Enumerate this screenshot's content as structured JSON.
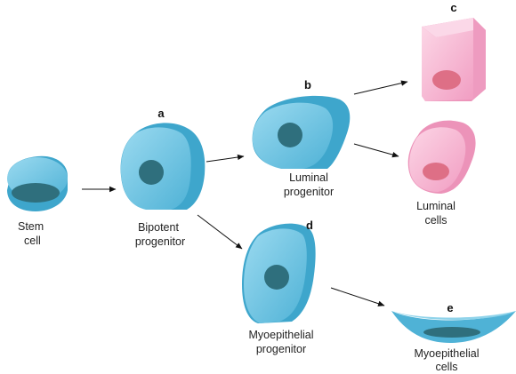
{
  "colors": {
    "cell_blue_light": "#8fd3ea",
    "cell_blue": "#5bbad9",
    "cell_blue_dark": "#3a9fc2",
    "nucleus_blue": "#2f6f7d",
    "cell_pink_light": "#fbd0e2",
    "cell_pink": "#f4a8c8",
    "cell_pink_dark": "#e98ab3",
    "nucleus_pink": "#de6f86",
    "arrow": "#111111",
    "text": "#222222"
  },
  "panels": {
    "a": "a",
    "b": "b",
    "c": "c",
    "d": "d",
    "e": "e"
  },
  "labels": {
    "stem_cell": [
      "Stem",
      "cell"
    ],
    "bipotent_progenitor": [
      "Bipotent",
      "progenitor"
    ],
    "luminal_progenitor": [
      "Luminal",
      "progenitor"
    ],
    "luminal_cells": [
      "Luminal",
      "cells"
    ],
    "myoepithelial_progenitor": [
      "Myoepithelial",
      "progenitor"
    ],
    "myoepithelial_cells": [
      "Myoepithelial",
      "cells"
    ]
  }
}
